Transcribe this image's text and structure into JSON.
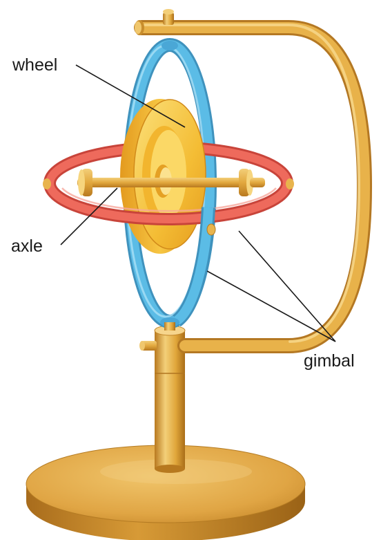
{
  "labels": {
    "wheel": "wheel",
    "axle": "axle",
    "gimbal": "gimbal"
  },
  "colors": {
    "brass": "#e0a63a",
    "wheel_gold": "#f6c23c",
    "inner_gimbal": "#ec5a4e",
    "outer_gimbal": "#56b6e0"
  }
}
